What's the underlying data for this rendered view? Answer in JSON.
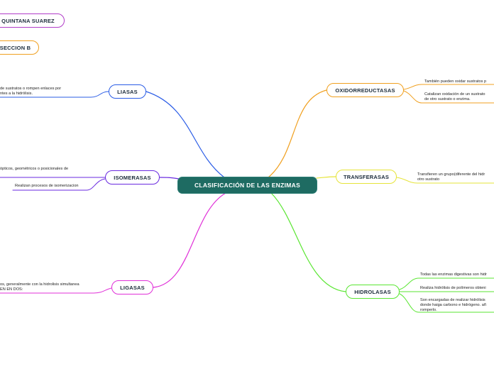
{
  "diagram": {
    "center": {
      "label": "CLASIFICACIÓN DE LAS ENZIMAS",
      "color": "#1e6b62"
    },
    "header_pills": [
      {
        "label": "QUINTANA SUAREZ",
        "color": "#b13cc8"
      },
      {
        "label": "SECCION B",
        "color": "#f0a020"
      }
    ],
    "branches": [
      {
        "key": "liasas",
        "label": "LIASAS",
        "color": "#2a5ce6",
        "leaves": [
          {
            "lines": [
              "de sustratos o rompen enlaces por",
              "ntes a la hidrólisis."
            ]
          }
        ]
      },
      {
        "key": "isomerasas",
        "label": "ISOMERASAS",
        "color": "#6a2ae0",
        "leaves": [
          {
            "lines": [
              "ópticos, geométricos o posicionales de"
            ]
          },
          {
            "lines": [
              "Realizan procesos de isomerizacion"
            ]
          }
        ]
      },
      {
        "key": "ligasas",
        "label": "LIGASAS",
        "color": "#e030d8",
        "leaves": [
          {
            "lines": [
              "os, generalmente con la hidrolisis simultanea",
              "EN EN DOS:"
            ]
          }
        ]
      },
      {
        "key": "oxidorreductasas",
        "label": "OXIDORREDUCTASAS",
        "color": "#f0a020",
        "leaves": [
          {
            "lines": [
              "También pueden oxidar sustratos p"
            ]
          },
          {
            "lines": [
              "Catalizan oxidación de un sustrato",
              "de otro sustrato o enzima."
            ]
          }
        ]
      },
      {
        "key": "transferasas",
        "label": "TRANSFERASAS",
        "color": "#e6e43a",
        "leaves": [
          {
            "lines": [
              "Transfieren un grupo(diferente del hidr",
              "otro sustrato"
            ]
          }
        ]
      },
      {
        "key": "hidrolasas",
        "label": "HIDROLASAS",
        "color": "#5ae632",
        "leaves": [
          {
            "lines": [
              "Todas las enzimas digestivas son hidr"
            ]
          },
          {
            "lines": [
              "Realiza hidrólisis de polímeros obteni"
            ]
          },
          {
            "lines": [
              "Son encargadas de realizar hidrólisis",
              "donde haiga carbono e hidrógeno. añ",
              "romperlo."
            ]
          }
        ]
      }
    ]
  }
}
